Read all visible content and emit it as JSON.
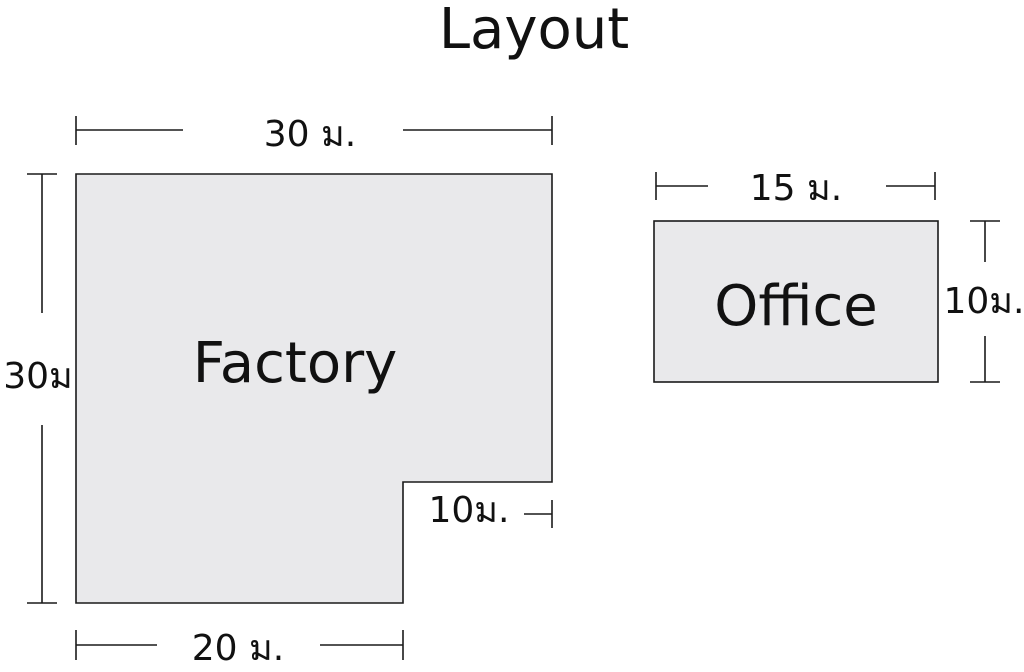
{
  "title": "Layout",
  "factory": {
    "label": "Factory",
    "top_width": "30 ม.",
    "left_height": "30ม",
    "notch_height": "10ม.",
    "bottom_width": "20 ม."
  },
  "office": {
    "label": "Office",
    "width": "15 ม.",
    "height": "10ม."
  }
}
